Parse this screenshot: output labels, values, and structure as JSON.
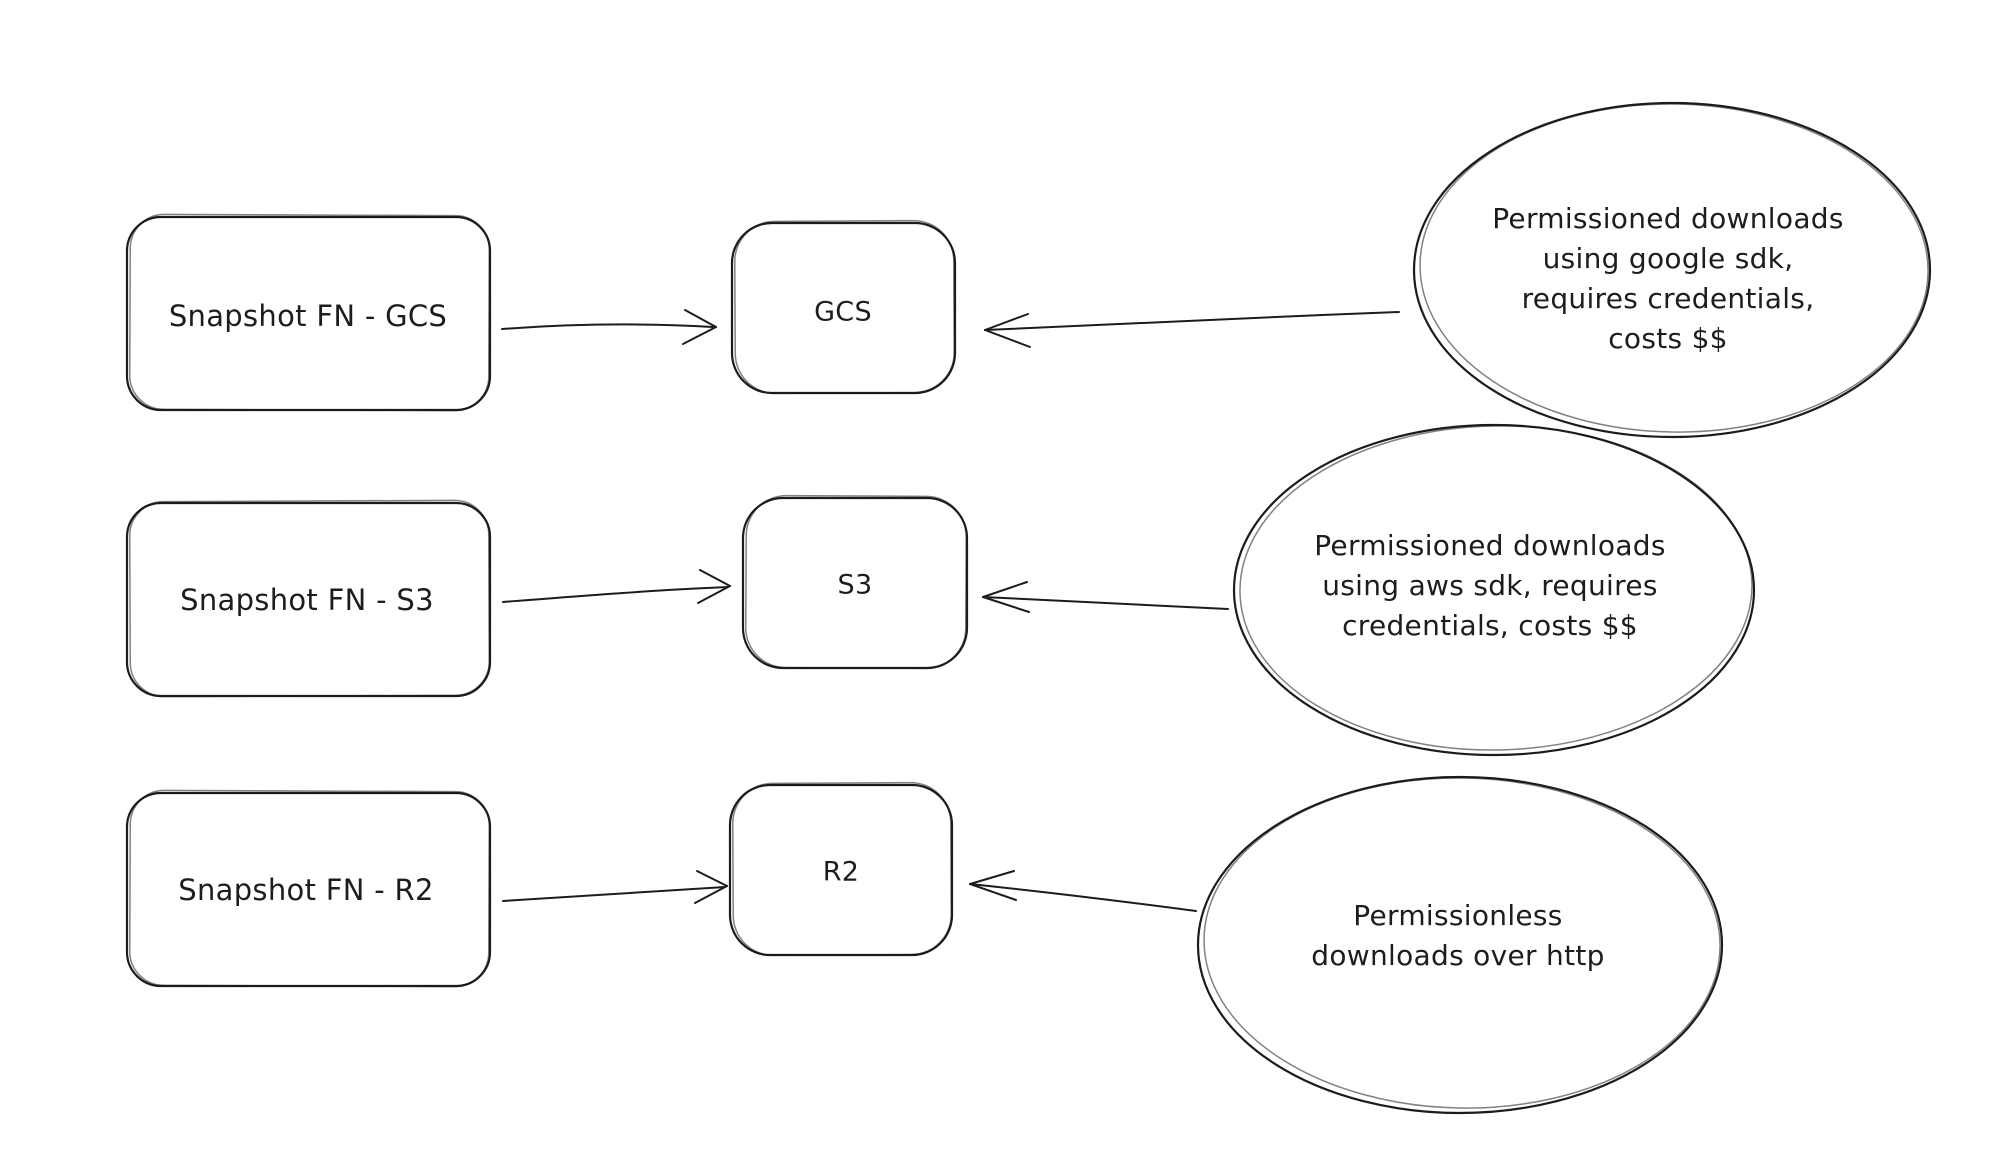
{
  "colors": {
    "background": "#ffffff",
    "stroke": "#1c1c1c",
    "text": "#1d1d1d"
  },
  "rows": [
    {
      "source_label": "Snapshot FN - GCS",
      "target_label": "GCS",
      "note": "Permissioned downloads\nusing google sdk,\nrequires credentials,\ncosts $$"
    },
    {
      "source_label": "Snapshot FN - S3",
      "target_label": "S3",
      "note": "Permissioned downloads\nusing aws sdk, requires\ncredentials, costs $$"
    },
    {
      "source_label": "Snapshot FN - R2",
      "target_label": "R2",
      "note": "Permissionless\ndownloads over http"
    }
  ]
}
